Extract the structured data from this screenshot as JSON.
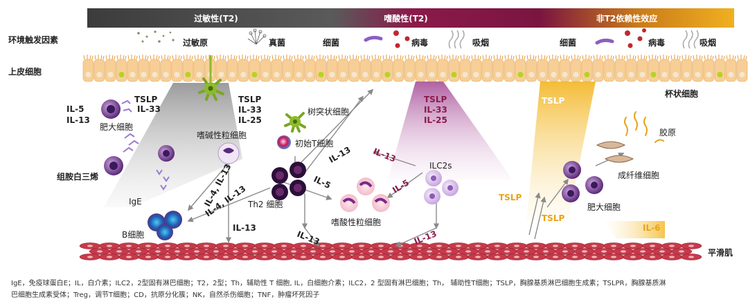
{
  "header": {
    "t2_allergic": "过敏性(T2)",
    "t2_eosinophilic": "嗜酸性(T2)",
    "non_t2": "非T2依赖性效应"
  },
  "row_labels": {
    "env_triggers": "环境触发因素",
    "epithelium": "上皮细胞",
    "goblet": "杯状细胞",
    "smooth_muscle": "平滑肌"
  },
  "triggers": {
    "allergen": "过敏原",
    "fungi": "真菌",
    "bacteria_1": "细菌",
    "virus_1": "病毒",
    "smoke_1": "吸烟",
    "bacteria_2": "细菌",
    "virus_2": "病毒",
    "smoke_2": "吸烟"
  },
  "cells": {
    "mast_cell_1": "肥大细胞",
    "basophil": "嗜碱性粒细胞",
    "dendritic": "树突状细胞",
    "naive_t": "初始T细胞",
    "th2": "Th2 细胞",
    "eosinophil": "嗜酸性粒细胞",
    "ilc2": "ILC2s",
    "b_cell": "B细胞",
    "ige": "IgE",
    "leukotriene": "组胺白三烯",
    "collagen": "胶原",
    "fibroblast": "成纤维细胞",
    "mast_cell_2": "肥大细胞"
  },
  "cytokines": {
    "mast_il5": "IL-5",
    "mast_il13": "IL-13",
    "tslp_1": "TSLP",
    "il33_1": "IL-33",
    "tslp_2": "TSLP",
    "il33_2": "IL-33",
    "il25_2": "IL-25",
    "tslp_3": "TSLP",
    "il33_3": "IL-33",
    "il25_3": "IL-25",
    "il4_il13_a": "IL-4, IL-13",
    "il4_il13_b": "IL-4, IL-13",
    "il13_t": "IL-13",
    "il13_up": "IL-13",
    "il13_ilc": "IL-13",
    "il5_a": "IL-5",
    "il5_b": "IL-5",
    "il13_down_a": "IL-13",
    "il13_down_b": "IL-13",
    "tslp_4": "TSLP",
    "tslp_5": "TSLP",
    "tslp_6": "TSLP",
    "il6": "IL-6"
  },
  "footnote": {
    "line1": "IgE，免疫球蛋白E；IL，白介素；ILC2，2型固有淋巴细胞；T2，2型；Th，辅助性 T 细胞, IL，白细胞介素；ILC2，2 型固有淋巴细胞；Th， 辅助性T细胞；TSLP，胸腺基质淋巴细胞生成素；TSLPR，胸腺基质淋",
    "line2": "巴细胞生成素受体；Treg，调节T细胞；CD，抗原分化簇；NK，自然杀伤细胞；TNF，肿瘤坏死因子"
  },
  "colors": {
    "allergic": "#4a4a4a",
    "eosinophilic": "#8b1a4a",
    "non_t2": "#e8a317",
    "epithelium": "#f5c88a",
    "muscle": "#c0394b"
  }
}
